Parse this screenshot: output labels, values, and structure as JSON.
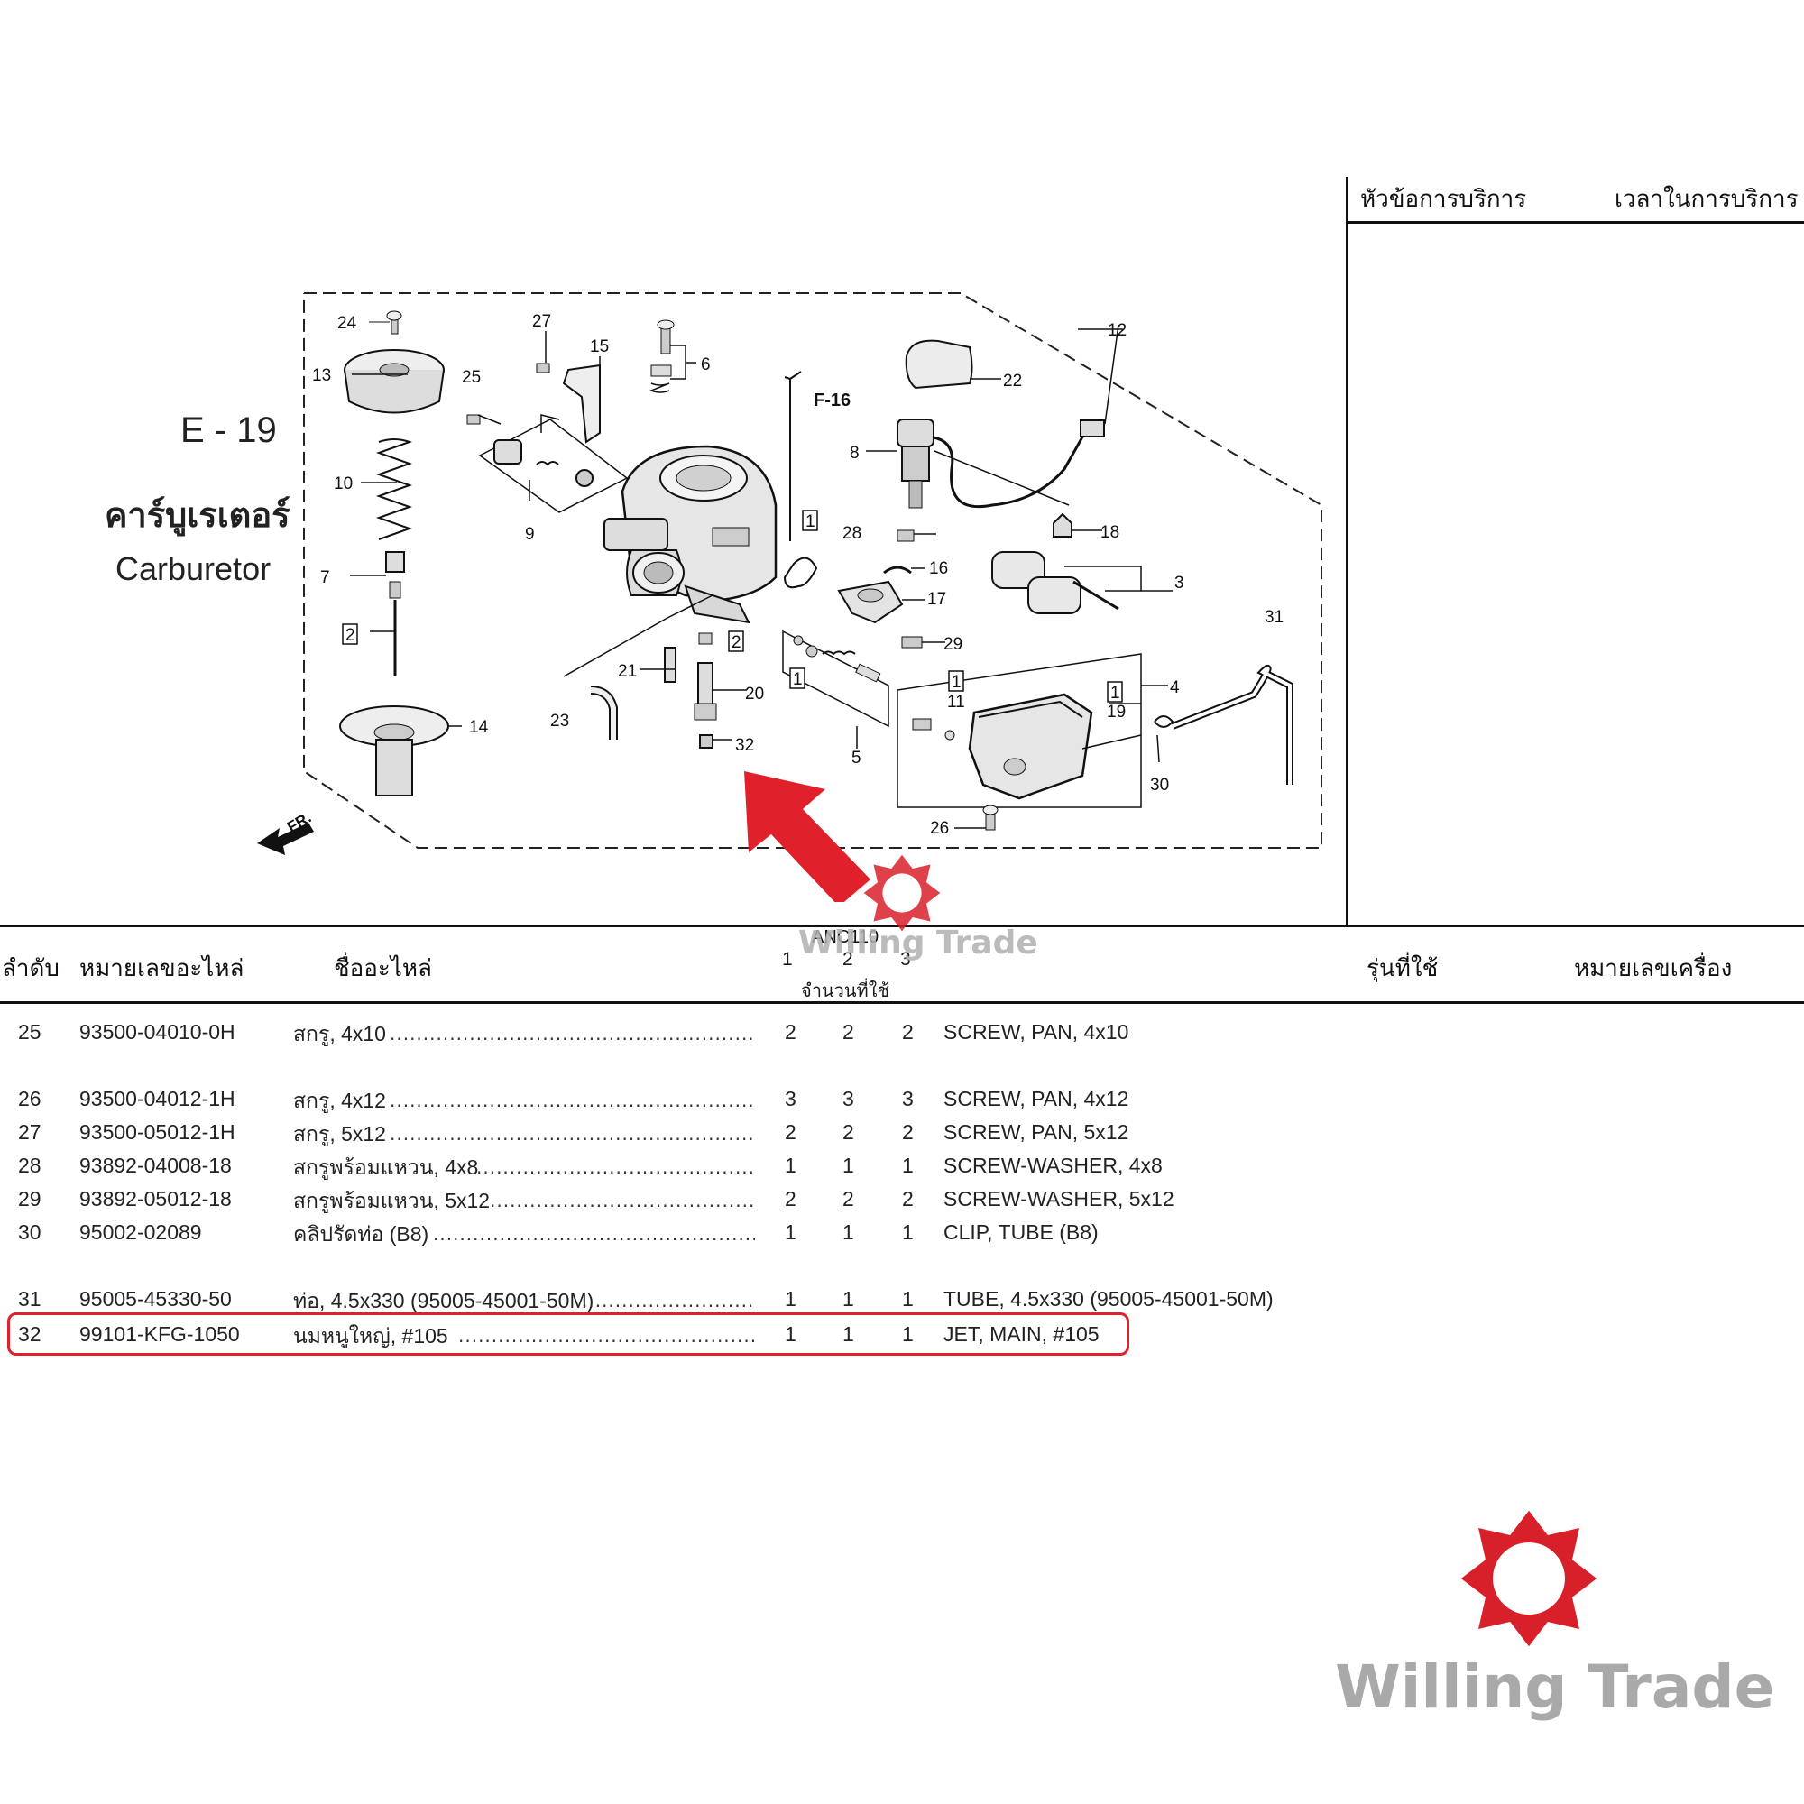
{
  "service_panel": {
    "col_topic": "หัวข้อการบริการ",
    "col_time": "เวลาในการบริการ"
  },
  "diagram": {
    "code": "E - 19",
    "title_th": "คาร์บูเรเตอร์",
    "title_en": "Carburetor",
    "ref_label": "F-16",
    "fr_label": "FR.",
    "callouts": [
      "24",
      "27",
      "15",
      "6",
      "13",
      "25",
      "12",
      "22",
      "F-16",
      "8",
      "10",
      "9",
      "28",
      "18",
      "16",
      "3",
      "7",
      "17",
      "2",
      "29",
      "31",
      "21",
      "20",
      "2",
      "1",
      "11",
      "4",
      "23",
      "5",
      "19",
      "14",
      "32",
      "30",
      "26",
      "1",
      "1",
      "1"
    ]
  },
  "table": {
    "headers": {
      "index": "ลำดับ",
      "part_no": "หมายเลขอะไหล่",
      "part_name": "ชื่ออะไหล่",
      "model_code": "ANC110",
      "qty_cols": [
        "1",
        "2",
        "3"
      ],
      "qty_label": "จำนวนที่ใช้",
      "model_used": "รุ่นที่ใช้",
      "engine_no": "หมายเลขเครื่อง"
    },
    "rows": [
      {
        "idx": "25",
        "part_no": "93500-04010-0H",
        "name_th": "สกรู, 4x10",
        "q1": "2",
        "q2": "2",
        "q3": "2",
        "name_en": "SCREW, PAN, 4x10"
      },
      {
        "idx": "26",
        "part_no": "93500-04012-1H",
        "name_th": "สกรู, 4x12",
        "q1": "3",
        "q2": "3",
        "q3": "3",
        "name_en": "SCREW, PAN, 4x12"
      },
      {
        "idx": "27",
        "part_no": "93500-05012-1H",
        "name_th": "สกรู, 5x12",
        "q1": "2",
        "q2": "2",
        "q3": "2",
        "name_en": "SCREW, PAN, 5x12"
      },
      {
        "idx": "28",
        "part_no": "93892-04008-18",
        "name_th": "สกรูพร้อมแหวน, 4x8",
        "q1": "1",
        "q2": "1",
        "q3": "1",
        "name_en": "SCREW-WASHER, 4x8"
      },
      {
        "idx": "29",
        "part_no": "93892-05012-18",
        "name_th": "สกรูพร้อมแหวน, 5x12",
        "q1": "2",
        "q2": "2",
        "q3": "2",
        "name_en": "SCREW-WASHER, 5x12"
      },
      {
        "idx": "30",
        "part_no": "95002-02089",
        "name_th": "คลิปรัดท่อ (B8)",
        "q1": "1",
        "q2": "1",
        "q3": "1",
        "name_en": "CLIP, TUBE (B8)"
      },
      {
        "idx": "31",
        "part_no": "95005-45330-50",
        "name_th": "ท่อ, 4.5x330 (95005-45001-50M)",
        "q1": "1",
        "q2": "1",
        "q3": "1",
        "name_en": "TUBE, 4.5x330 (95005-45001-50M)"
      },
      {
        "idx": "32",
        "part_no": "99101-KFG-1050",
        "name_th": "นมหนูใหญ่, #105",
        "q1": "1",
        "q2": "1",
        "q3": "1",
        "name_en": "JET, MAIN, #105"
      }
    ]
  },
  "watermark": {
    "brand": "Willing Trade"
  },
  "colors": {
    "highlight": "#e0202a",
    "watermark_text": "#b0b0b0",
    "logo_red": "#d8202a"
  }
}
